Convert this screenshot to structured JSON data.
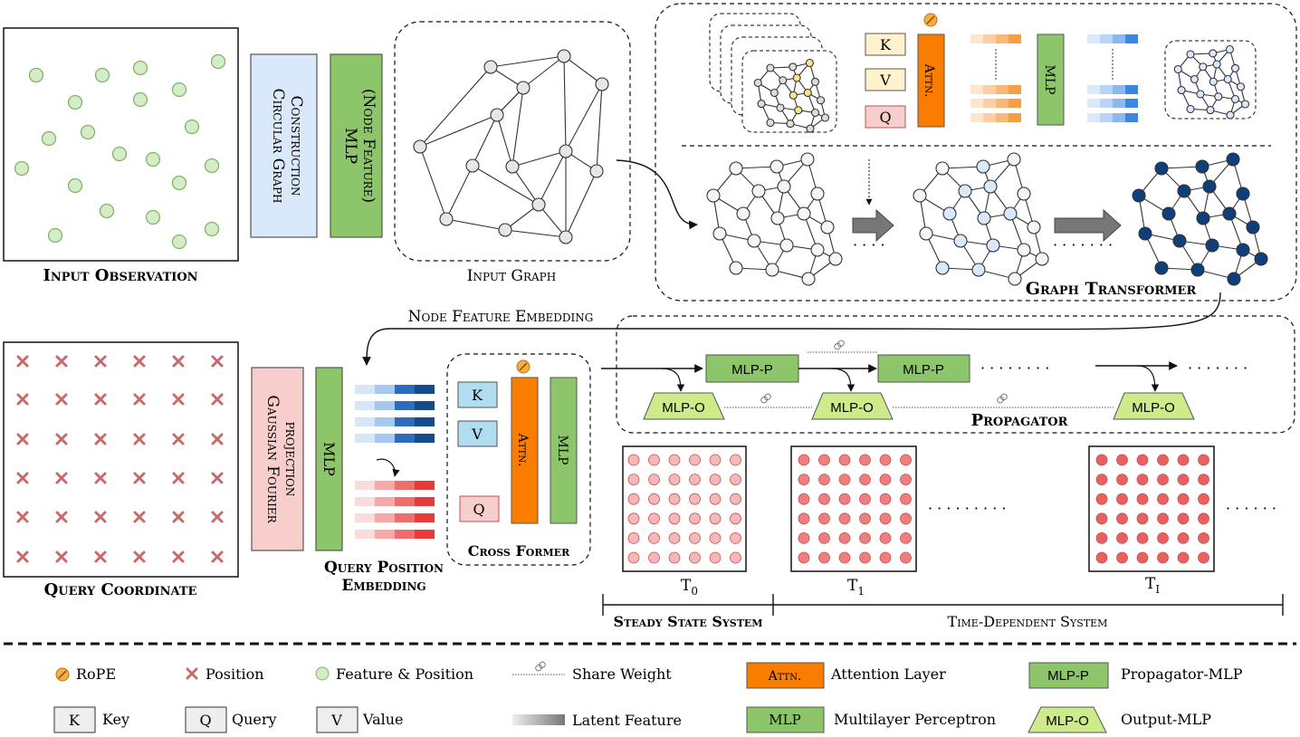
{
  "labels": {
    "input_observation": "Input Observation",
    "circular_graph": [
      "Circular Graph",
      "Construction"
    ],
    "mlp_node_feature": [
      "MLP",
      "(Node Feature)"
    ],
    "input_graph": "Input Graph",
    "graph_transformer": "Graph Transformer",
    "node_feature_embedding": "Node Feature Embedding",
    "query_coordinate": "Query Coordinate",
    "gaussian_fourier": [
      "Gaussian Fourier",
      "projection"
    ],
    "mlp": "MLP",
    "attn": "Attn.",
    "k": "K",
    "v": "V",
    "q": "Q",
    "query_position_embedding": [
      "Query Position",
      "Embedding"
    ],
    "cross_former": "Cross Former",
    "mlp_p": "MLP-P",
    "mlp_o": "MLP-O",
    "propagator": "Propagator",
    "t0": "T",
    "t0_sub": "0",
    "t1": "T",
    "t1_sub": "1",
    "ti": "T",
    "ti_sub": "I",
    "steady_state": "Steady State System",
    "time_dependent": "Time-Dependent System"
  },
  "legend": {
    "rope": "RoPE",
    "position": "Position",
    "feature_position": "Feature & Position",
    "share_weight": "Share Weight",
    "attention_box": "Attn.",
    "attention_layer": "Attention Layer",
    "mlp_p_box": "MLP-P",
    "propagator_mlp": "Propagator-MLP",
    "k_box": "K",
    "key": "Key",
    "q_box": "Q",
    "query": "Query",
    "v_box": "V",
    "value": "Value",
    "latent_feature": "Latent Feature",
    "mlp_box": "MLP",
    "multilayer_perceptron": "Multilayer Perceptron",
    "mlp_o_box": "MLP-O",
    "output_mlp": "Output-MLP"
  },
  "colors": {
    "green_node_fill": "#d5ecc8",
    "green_node_stroke": "#82b366",
    "blue_box": "#dae8fc",
    "green_box": "#8cc56a",
    "orange_box": "#fa7d00",
    "red_box": "#f8cecc",
    "yellow_box": "#fff2cc",
    "light_green_trap": "#cdeb8b",
    "light_blue_box": "#b1ddf0",
    "dark_blue_node": "#0f3f7a",
    "light_blue_node": "#dae8fc",
    "red_cross": "#c96a6a",
    "grid_dot_light": "#f4b8b8",
    "grid_dot_dark": "#e86060"
  }
}
